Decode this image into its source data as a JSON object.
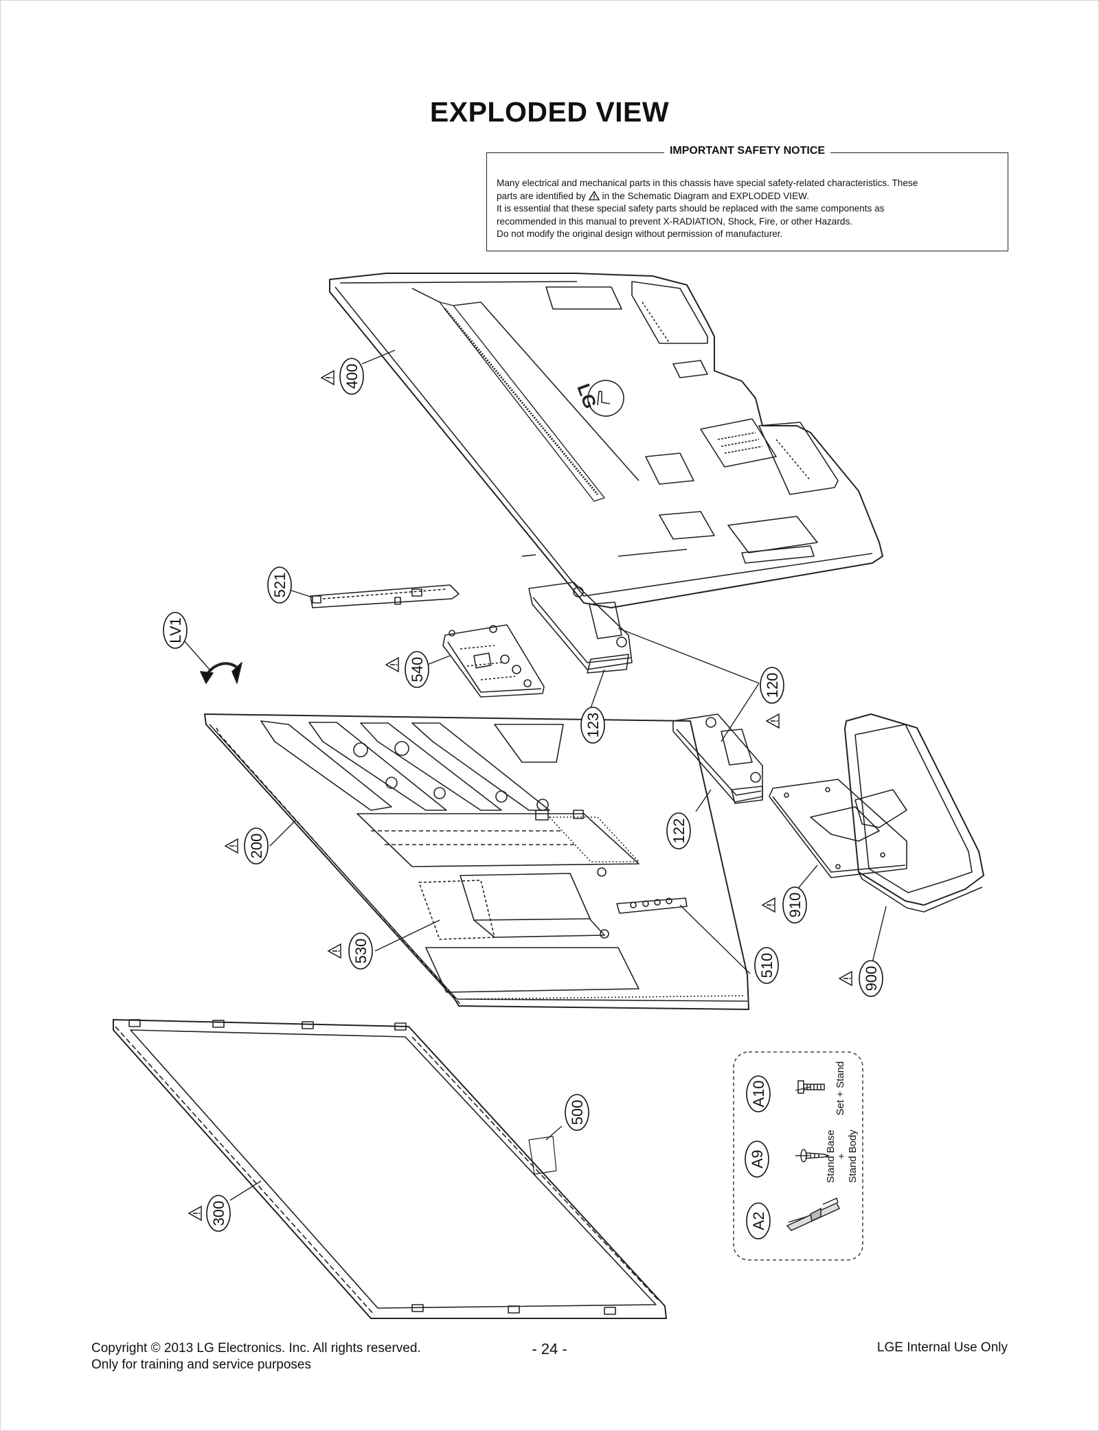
{
  "page": {
    "title": "EXPLODED VIEW"
  },
  "notice": {
    "title": "IMPORTANT SAFETY NOTICE",
    "line1": "Many electrical and mechanical parts in this chassis have special safety-related characteristics. These",
    "line2_before": "parts are identified by",
    "line2_after": "in the Schematic Diagram and EXPLODED VIEW.",
    "line3": "It is essential that these special safety parts should be replaced with the same components as",
    "line4": "recommended in this manual to prevent X-RADIATION, Shock, Fire, or other Hazards.",
    "line5": "Do not modify the original design without permission of manufacturer."
  },
  "parts": {
    "p400": "400",
    "p521": "521",
    "LV1": "LV1",
    "p540": "540",
    "p123": "123",
    "p120": "120",
    "p122": "122",
    "p200": "200",
    "p910": "910",
    "p530": "530",
    "p510": "510",
    "p900": "900",
    "p500": "500",
    "p300": "300",
    "A10": "A10",
    "A9": "A9",
    "A2": "A2"
  },
  "back_cover_logo": "LG",
  "screws": {
    "a10_caption": "Set + Stand",
    "a9_caption_1": "Stand Base",
    "a9_caption_2": "+",
    "a9_caption_3": "Stand Body"
  },
  "footer": {
    "copyright": "Copyright  © 2013 LG Electronics. Inc. All rights reserved.",
    "purpose": "Only for training and service purposes",
    "page_number": "- 24 -",
    "internal": "LGE Internal Use Only"
  }
}
